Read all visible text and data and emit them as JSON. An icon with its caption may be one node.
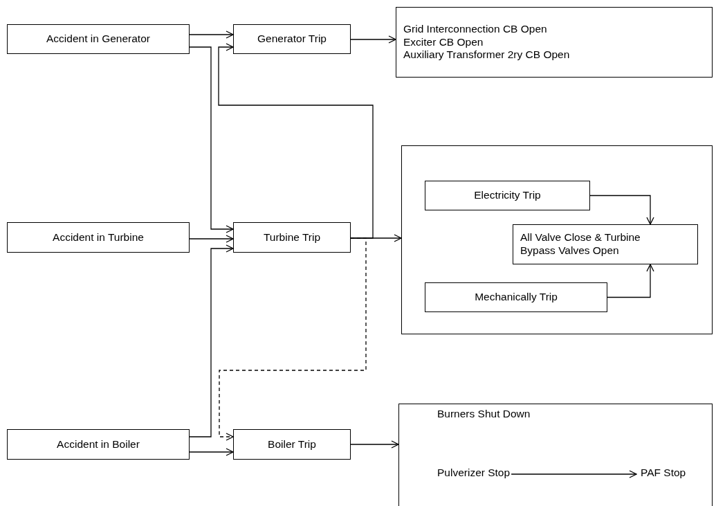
{
  "diagram": {
    "nodes": [
      {
        "text": [
          "Accident in Generator"
        ]
      },
      {
        "text": [
          "Generator Trip"
        ]
      },
      {
        "text": [
          "Grid Interconnection CB Open",
          "Exciter CB Open",
          "Auxiliary Transformer 2ry CB Open"
        ]
      },
      {
        "text": [
          "Accident in Turbine"
        ]
      },
      {
        "text": [
          "Turbine Trip"
        ]
      },
      {
        "text": [],
        "shape": "box"
      },
      {
        "text": [
          "Electricity Trip"
        ],
        "in": 5
      },
      {
        "text": [
          "All Valve Close & Turbine Bypass Valves Open"
        ],
        "in": 5
      },
      {
        "text": [
          "Mechanically Trip"
        ],
        "in": 5
      },
      {
        "text": [
          "Accident in Boiler"
        ]
      },
      {
        "text": [
          "Boiler Trip"
        ]
      },
      {
        "text": [],
        "shape": "box"
      },
      {
        "text": [
          "Burners  Shut Down"
        ],
        "in": 11
      },
      {
        "text": [
          "Pulverizer Stop"
        ],
        "in": 11
      },
      {
        "text": [
          "PAF Stop"
        ],
        "in": 11
      }
    ],
    "edges": [
      {
        "from": 0,
        "to": 1,
        "arrow": "to"
      },
      {
        "from": 0,
        "to": 4,
        "arrow": "to"
      },
      {
        "from": 1,
        "to": 2,
        "arrow": "to"
      },
      {
        "from": 3,
        "to": 4,
        "arrow": "to"
      },
      {
        "from": 4,
        "to": 1,
        "arrow": "to"
      },
      {
        "from": 4,
        "to": 5,
        "arrow": "to"
      },
      {
        "from": 4,
        "to": 10,
        "arrow": "to",
        "style": "dashed"
      },
      {
        "from": 9,
        "to": 4,
        "arrow": "to"
      },
      {
        "from": 9,
        "to": 10,
        "arrow": "to"
      },
      {
        "from": 10,
        "to": 11,
        "arrow": "to"
      },
      {
        "from": 6,
        "to": 7,
        "arrow": "to"
      },
      {
        "from": 8,
        "to": 7,
        "arrow": "to"
      },
      {
        "from": 13,
        "to": 14,
        "arrow": "to"
      }
    ]
  }
}
